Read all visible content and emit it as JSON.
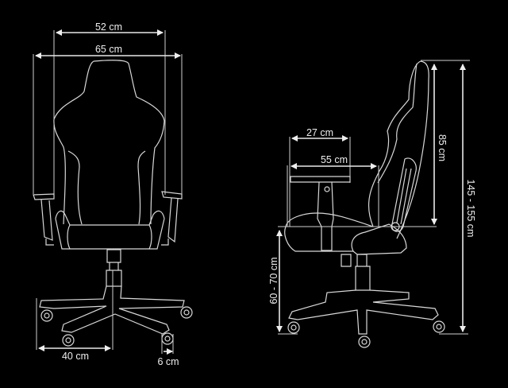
{
  "front_view": {
    "dimensions": {
      "backrest_width": "52 cm",
      "overall_width": "65 cm",
      "base_radius": "40 cm",
      "caster_width": "6 cm"
    }
  },
  "side_view": {
    "dimensions": {
      "armrest_depth": "27 cm",
      "seat_depth": "55 cm",
      "backrest_height": "85 cm",
      "total_height": "145 - 155 cm",
      "seat_height": "60 - 70 cm"
    }
  },
  "colors": {
    "background": "#000000",
    "lines": "#d8d8d8",
    "text": "#eeeeee"
  }
}
